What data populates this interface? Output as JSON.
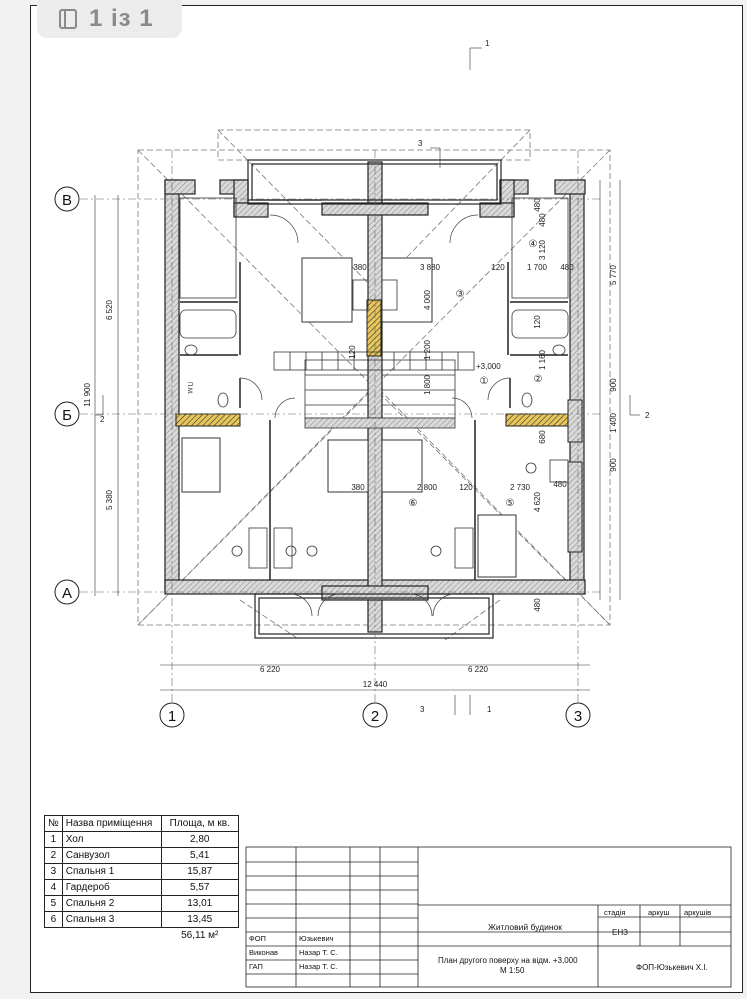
{
  "viewer": {
    "page_indicator": "1 із 1",
    "page_icon": "document-pages-icon"
  },
  "drawing": {
    "axis_letters": [
      "В",
      "Б",
      "А"
    ],
    "axis_numbers": [
      "1",
      "2",
      "3"
    ],
    "section_marks": [
      "1",
      "2",
      "2",
      "3",
      "3",
      "1"
    ],
    "dims_left": [
      "6 520",
      "11 900",
      "5 380"
    ],
    "dims_bottom": [
      "6 220",
      "6 220",
      "12 440"
    ],
    "dims_right": [
      "5 770",
      "4 620",
      "1 700",
      "480",
      "900",
      "1 400",
      "900",
      "480",
      "480",
      "480"
    ],
    "dims_inner": [
      "380",
      "3 880",
      "120",
      "1 700",
      "4 000",
      "3 120",
      "1 160",
      "380",
      "2 800",
      "120",
      "2 730",
      "1 200",
      "1 800",
      "680",
      "120",
      "120",
      "480"
    ],
    "room_numbers": [
      "1",
      "2",
      "3",
      "4",
      "5",
      "6"
    ],
    "level_mark": "+3,000",
    "wc_label": "П.М.",
    "room_markers": [
      "①",
      "②",
      "③",
      "④",
      "⑤",
      "⑥"
    ]
  },
  "legend": {
    "headers": [
      "№",
      "Назва приміщення",
      "Площа, м кв."
    ],
    "rows": [
      {
        "no": "1",
        "name": "Хол",
        "area": "2,80"
      },
      {
        "no": "2",
        "name": "Санвузол",
        "area": "5,41"
      },
      {
        "no": "3",
        "name": "Спальня 1",
        "area": "15,87"
      },
      {
        "no": "4",
        "name": "Гардероб",
        "area": "5,57"
      },
      {
        "no": "5",
        "name": "Спальня 2",
        "area": "13,01"
      },
      {
        "no": "6",
        "name": "Спальня 3",
        "area": "13,45"
      }
    ],
    "total": "56,11 м²"
  },
  "title_block": {
    "project": "Житловий будинок",
    "sheet_title_line1": "План другого поверху на відм. +3,000",
    "sheet_title_line2": "М 1:50",
    "stage_label": "стадія",
    "sheet_label": "аркуш",
    "sheets_label": "аркушів",
    "stage_value": "ЕНЗ",
    "company": "ФОП-Юзькевич Х.І.",
    "people": [
      {
        "role": "ФОП",
        "name": "Юзькевич"
      },
      {
        "role": "Виконав",
        "name": "Назар Т. С."
      },
      {
        "role": "ГАП",
        "name": "Назар Т. С."
      }
    ]
  }
}
